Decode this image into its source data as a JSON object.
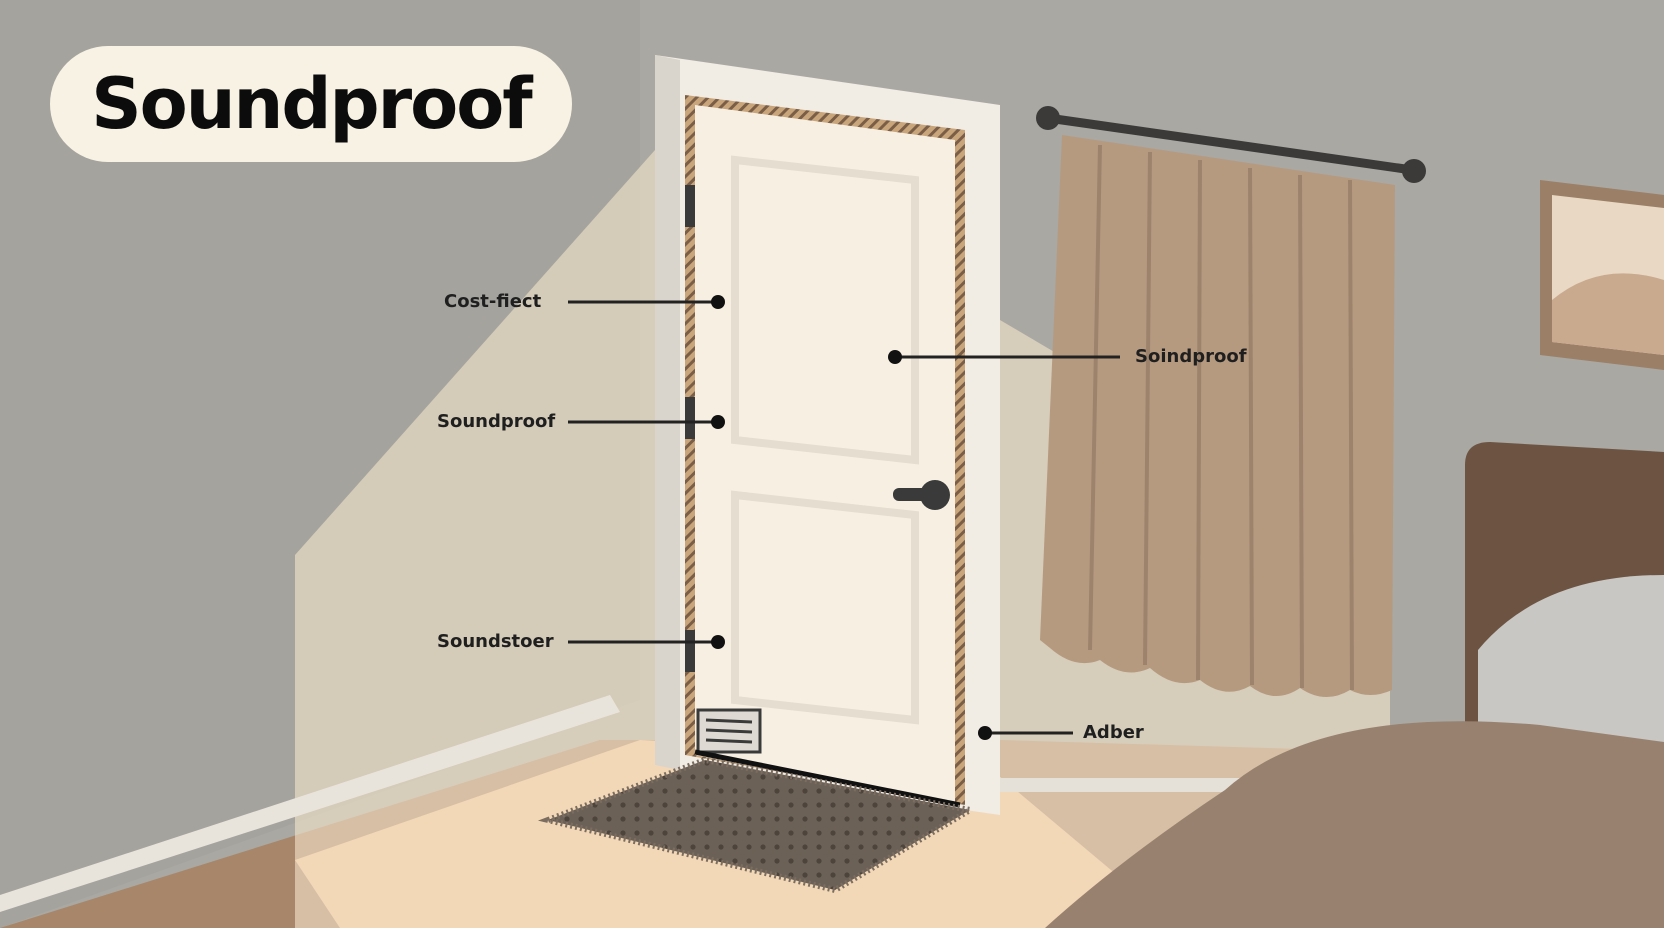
{
  "title": "Soundproof",
  "callouts": [
    {
      "id": "cost-effect",
      "label": "Cost-fiect"
    },
    {
      "id": "soundproof-left",
      "label": "Soundproof"
    },
    {
      "id": "soundstoer",
      "label": "Soundstoer"
    },
    {
      "id": "soundproof-right",
      "label": "Soindproof"
    },
    {
      "id": "adber",
      "label": "Adber"
    }
  ],
  "colors": {
    "wall": "#a9a8a3",
    "light": "#f1e3c9",
    "floor": "#efc49a",
    "door": "#f7f0e2",
    "frame": "#f1ece4",
    "curtain": "#b59a80",
    "bed_frame": "#6d5342",
    "blanket": "#98816f",
    "mat": "#6c6157",
    "text": "#1f1f1f"
  },
  "icons": [
    "door-icon",
    "door-handle-icon",
    "door-vent-icon",
    "door-hinge-icon",
    "weather-strip-icon",
    "door-mat-icon",
    "curtain-icon",
    "curtain-rod-icon",
    "picture-frame-icon",
    "bed-icon",
    "pillow-icon"
  ]
}
